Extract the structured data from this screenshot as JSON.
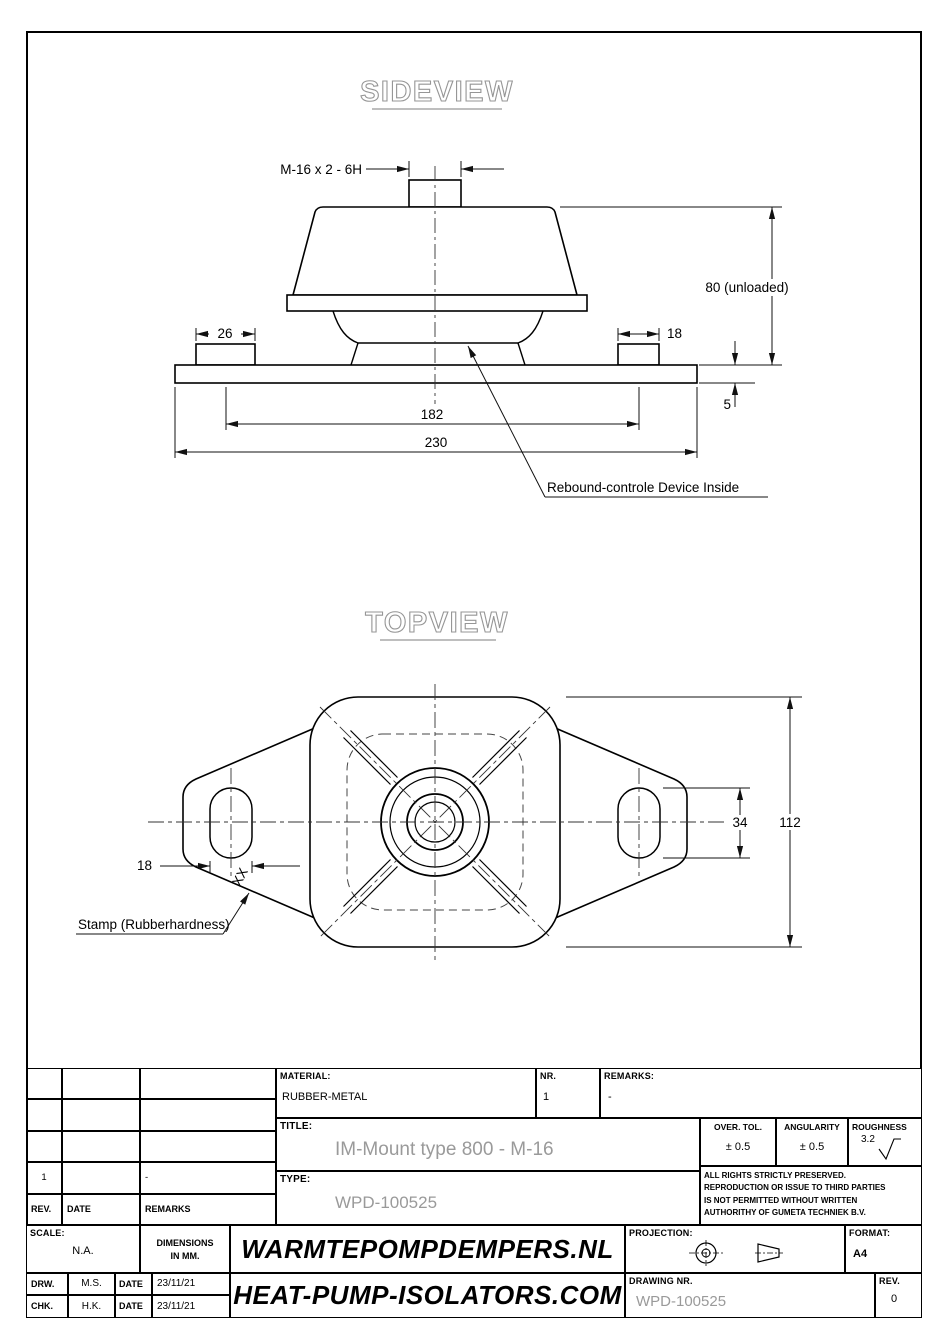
{
  "views": {
    "sideview": {
      "title": "SIDEVIEW",
      "dims": {
        "thread": "M-16 x 2 - 6H",
        "d26": "26",
        "d18": "18",
        "height": "80 (unloaded)",
        "plate_thickness": "5",
        "d182": "182",
        "d230": "230"
      },
      "note_rebound": "Rebound-controle Device Inside"
    },
    "topview": {
      "title": "TOPVIEW",
      "dims": {
        "d18": "18",
        "d34": "34",
        "d112": "112"
      },
      "stamp_mark": "XX",
      "note_stamp": "Stamp (Rubberhardness)"
    }
  },
  "titleblock": {
    "material_label": "MATERIAL:",
    "material_value": "RUBBER-METAL",
    "nr_label": "NR.",
    "nr_value": "1",
    "remarks_label": "REMARKS:",
    "remarks_value": "-",
    "title_label": "TITLE:",
    "title_value": "IM-Mount type 800 - M-16",
    "type_label": "TYPE:",
    "type_value": "WPD-100525",
    "overtol_label": "OVER. TOL.",
    "overtol_value": "± 0.5",
    "angularity_label": "ANGULARITY",
    "angularity_value": "± 0.5",
    "roughness_label": "ROUGHNESS",
    "roughness_value": "3.2",
    "rights_lines": [
      "ALL RIGHTS STRICTLY PRESERVED.",
      "REPRODUCTION OR ISSUE TO THIRD PARTIES",
      "IS NOT PERMITTED WITHOUT WRITTEN",
      "AUTHORITHY OF GUMETA TECHNIEK B.V."
    ],
    "rev_table": {
      "entry_rev": "1",
      "entry_remarks": "-",
      "headers": [
        "REV.",
        "DATE",
        "REMARKS"
      ]
    },
    "scale_label": "SCALE:",
    "scale_value": "N.A.",
    "dims_line1": "DIMENSIONS",
    "dims_line2": "IN MM.",
    "drw_row": {
      "label": "DRW.",
      "value": "M.S.",
      "date_label": "DATE",
      "date_value": "23/11/21"
    },
    "chk_row": {
      "label": "CHK.",
      "value": "H.K.",
      "date_label": "DATE",
      "date_value": "23/11/21"
    },
    "site1": "WARMTEPOMPDEMPERS.NL",
    "site2": "HEAT-PUMP-ISOLATORS.COM",
    "projection_label": "PROJECTION:",
    "format_label": "FORMAT:",
    "format_value": "A4",
    "drawingnr_label": "DRAWING NR.",
    "drawingnr_value": "WPD-100525",
    "rev_label": "REV.",
    "rev_value": "0"
  },
  "icons": {
    "projection_view": "circle-crosshair",
    "projection_cone": "truncated-cone",
    "roughness": "surface-finish-check"
  },
  "colors": {
    "line": "#000000",
    "cad_gray": "#9a9a9a"
  }
}
